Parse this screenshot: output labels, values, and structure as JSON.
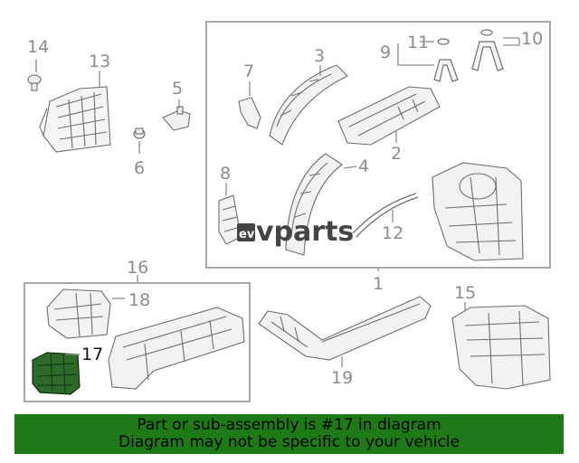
{
  "watermark": {
    "brand": "vparts",
    "mark": "ev"
  },
  "callouts": [
    "1",
    "2",
    "3",
    "4",
    "5",
    "6",
    "7",
    "8",
    "9",
    "10",
    "11",
    "12",
    "13",
    "14",
    "15",
    "16",
    "17",
    "18",
    "19"
  ],
  "highlighted_part": "17",
  "colors": {
    "line": "#8c8c8c",
    "highlight": "#2e6b2a",
    "banner": "#1e7a16",
    "banner_text": "#000000"
  },
  "banner": {
    "line1": "Part or sub-assembly is #17 in diagram",
    "line2": "Diagram may not be specific to your vehicle"
  }
}
